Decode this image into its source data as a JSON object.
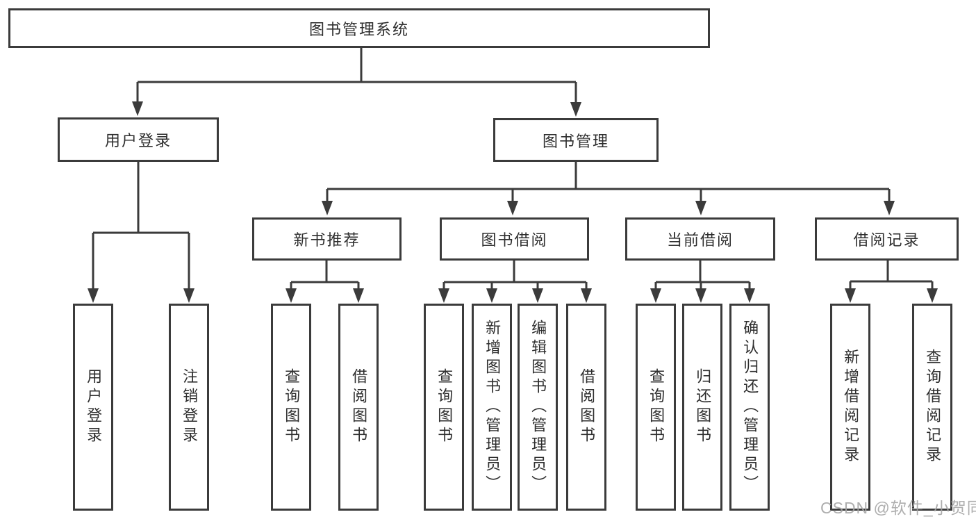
{
  "colors": {
    "line": "#3b3b3b",
    "text": "#2e2e2e",
    "background": "#ffffff",
    "watermark": "#a5a5a5"
  },
  "root": {
    "label": "图书管理系统"
  },
  "level2": {
    "user_login": "用户登录",
    "book_mgmt": "图书管理"
  },
  "level3": {
    "new_books": "新书推荐",
    "borrow": "图书借阅",
    "current": "当前借阅",
    "records": "借阅记录"
  },
  "leaves": {
    "user_login": [
      "用户登录",
      "注销登录"
    ],
    "new_books": [
      "查询图书",
      "借阅图书"
    ],
    "borrow": [
      "查询图书",
      "新增图书（管理员）",
      "编辑图书（管理员）",
      "借阅图书"
    ],
    "current": [
      "查询图书",
      "归还图书",
      "确认归还（管理员）"
    ],
    "records": [
      "新增借阅记录",
      "查询借阅记录"
    ]
  },
  "watermark": "CSDN @软件_小贺同学"
}
